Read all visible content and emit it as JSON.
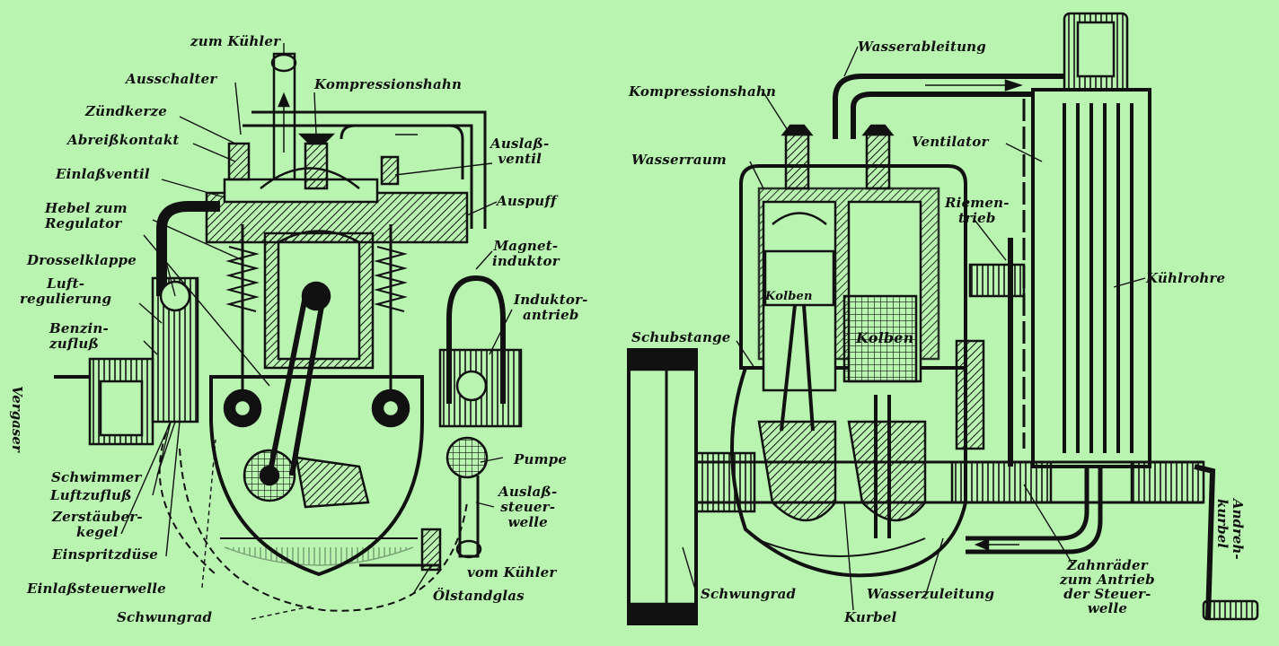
{
  "figure": {
    "background": "#b9f5b1",
    "ink": "#111111",
    "left_engine": {
      "labels": {
        "zum_kuehler": "zum Kühler",
        "ausschalter": "Ausschalter",
        "kompressionshahn": "Kompressionshahn",
        "zuendkerze": "Zündkerze",
        "abreisskontakt": "Abreißkontakt",
        "auslassventil": "Auslaß-\nventil",
        "einlassventil": "Einlaßventil",
        "auspuff": "Auspuff",
        "hebel": "Hebel zum\nRegulator",
        "magnetinduktor": "Magnet-\ninduktor",
        "drosselklappe": "Drosselklappe",
        "luftregulierung": "Luft-\nregulierung",
        "induktorantrieb": "Induktor-\nantrieb",
        "benzinzufluss": "Benzin-\nzufluß",
        "vergaser": "Vergaser",
        "pumpe": "Pumpe",
        "schwimmer": "Schwimmer",
        "luftzufluss": "Luftzufluß",
        "auslasssteuerwelle": "Auslaß-\nsteuer-\nwelle",
        "zerstaeuberkegel": "Zerstäuber-\nkegel",
        "einspritzduese": "Einspritzdüse",
        "vom_kuehler": "vom Kühler",
        "einlasssteuerwelle": "Einlaßsteuerwelle",
        "oelstandglas": "Ölstandglas",
        "schwungrad": "Schwungrad"
      }
    },
    "right_engine": {
      "labels": {
        "wasserableitung": "Wasserableitung",
        "kompressionshahn": "Kompressionshahn",
        "wasserraum": "Wasserraum",
        "ventilator": "Ventilator",
        "riementrieb": "Riemen-\ntrieb",
        "kolben_left": "Kolben",
        "kolben_right": "Kolben",
        "kuehlrohre": "Kühlrohre",
        "schubstange": "Schubstange",
        "andrehkurbel": "Andreh-\nkurbel",
        "zahnraeder": "Zahnräder\nzum Antrieb\nder Steuer-\nwelle",
        "schwungrad": "Schwungrad",
        "wasserzuleitung": "Wasserzuleitung",
        "kurbel": "Kurbel"
      }
    }
  }
}
